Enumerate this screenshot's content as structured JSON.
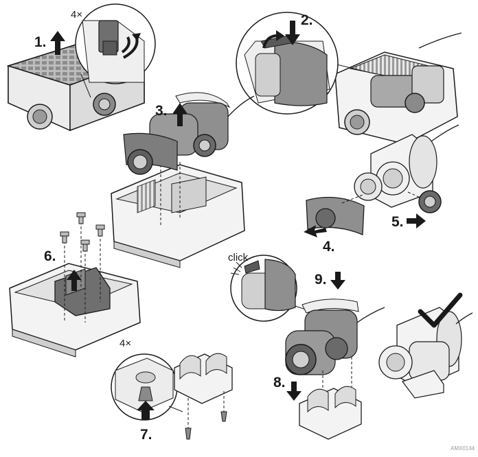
{
  "multiplier_top": "4×",
  "multiplier_bottom": "4×",
  "click_label": "click",
  "steps": {
    "s1": "1.",
    "s2": "2.",
    "s3": "3.",
    "s4": "4.",
    "s5": "5.",
    "s6": "6.",
    "s7": "7.",
    "s8": "8.",
    "s9": "9."
  },
  "doc_code": "AMX0144",
  "check_icon": "check-mark-icon",
  "colors": {
    "line": "#1a1a1a",
    "dark_gray": "#7d7d7d",
    "mid_gray": "#a9a9a9",
    "light_gray": "#d9d9d9",
    "body_white": "#f3f3f3"
  }
}
